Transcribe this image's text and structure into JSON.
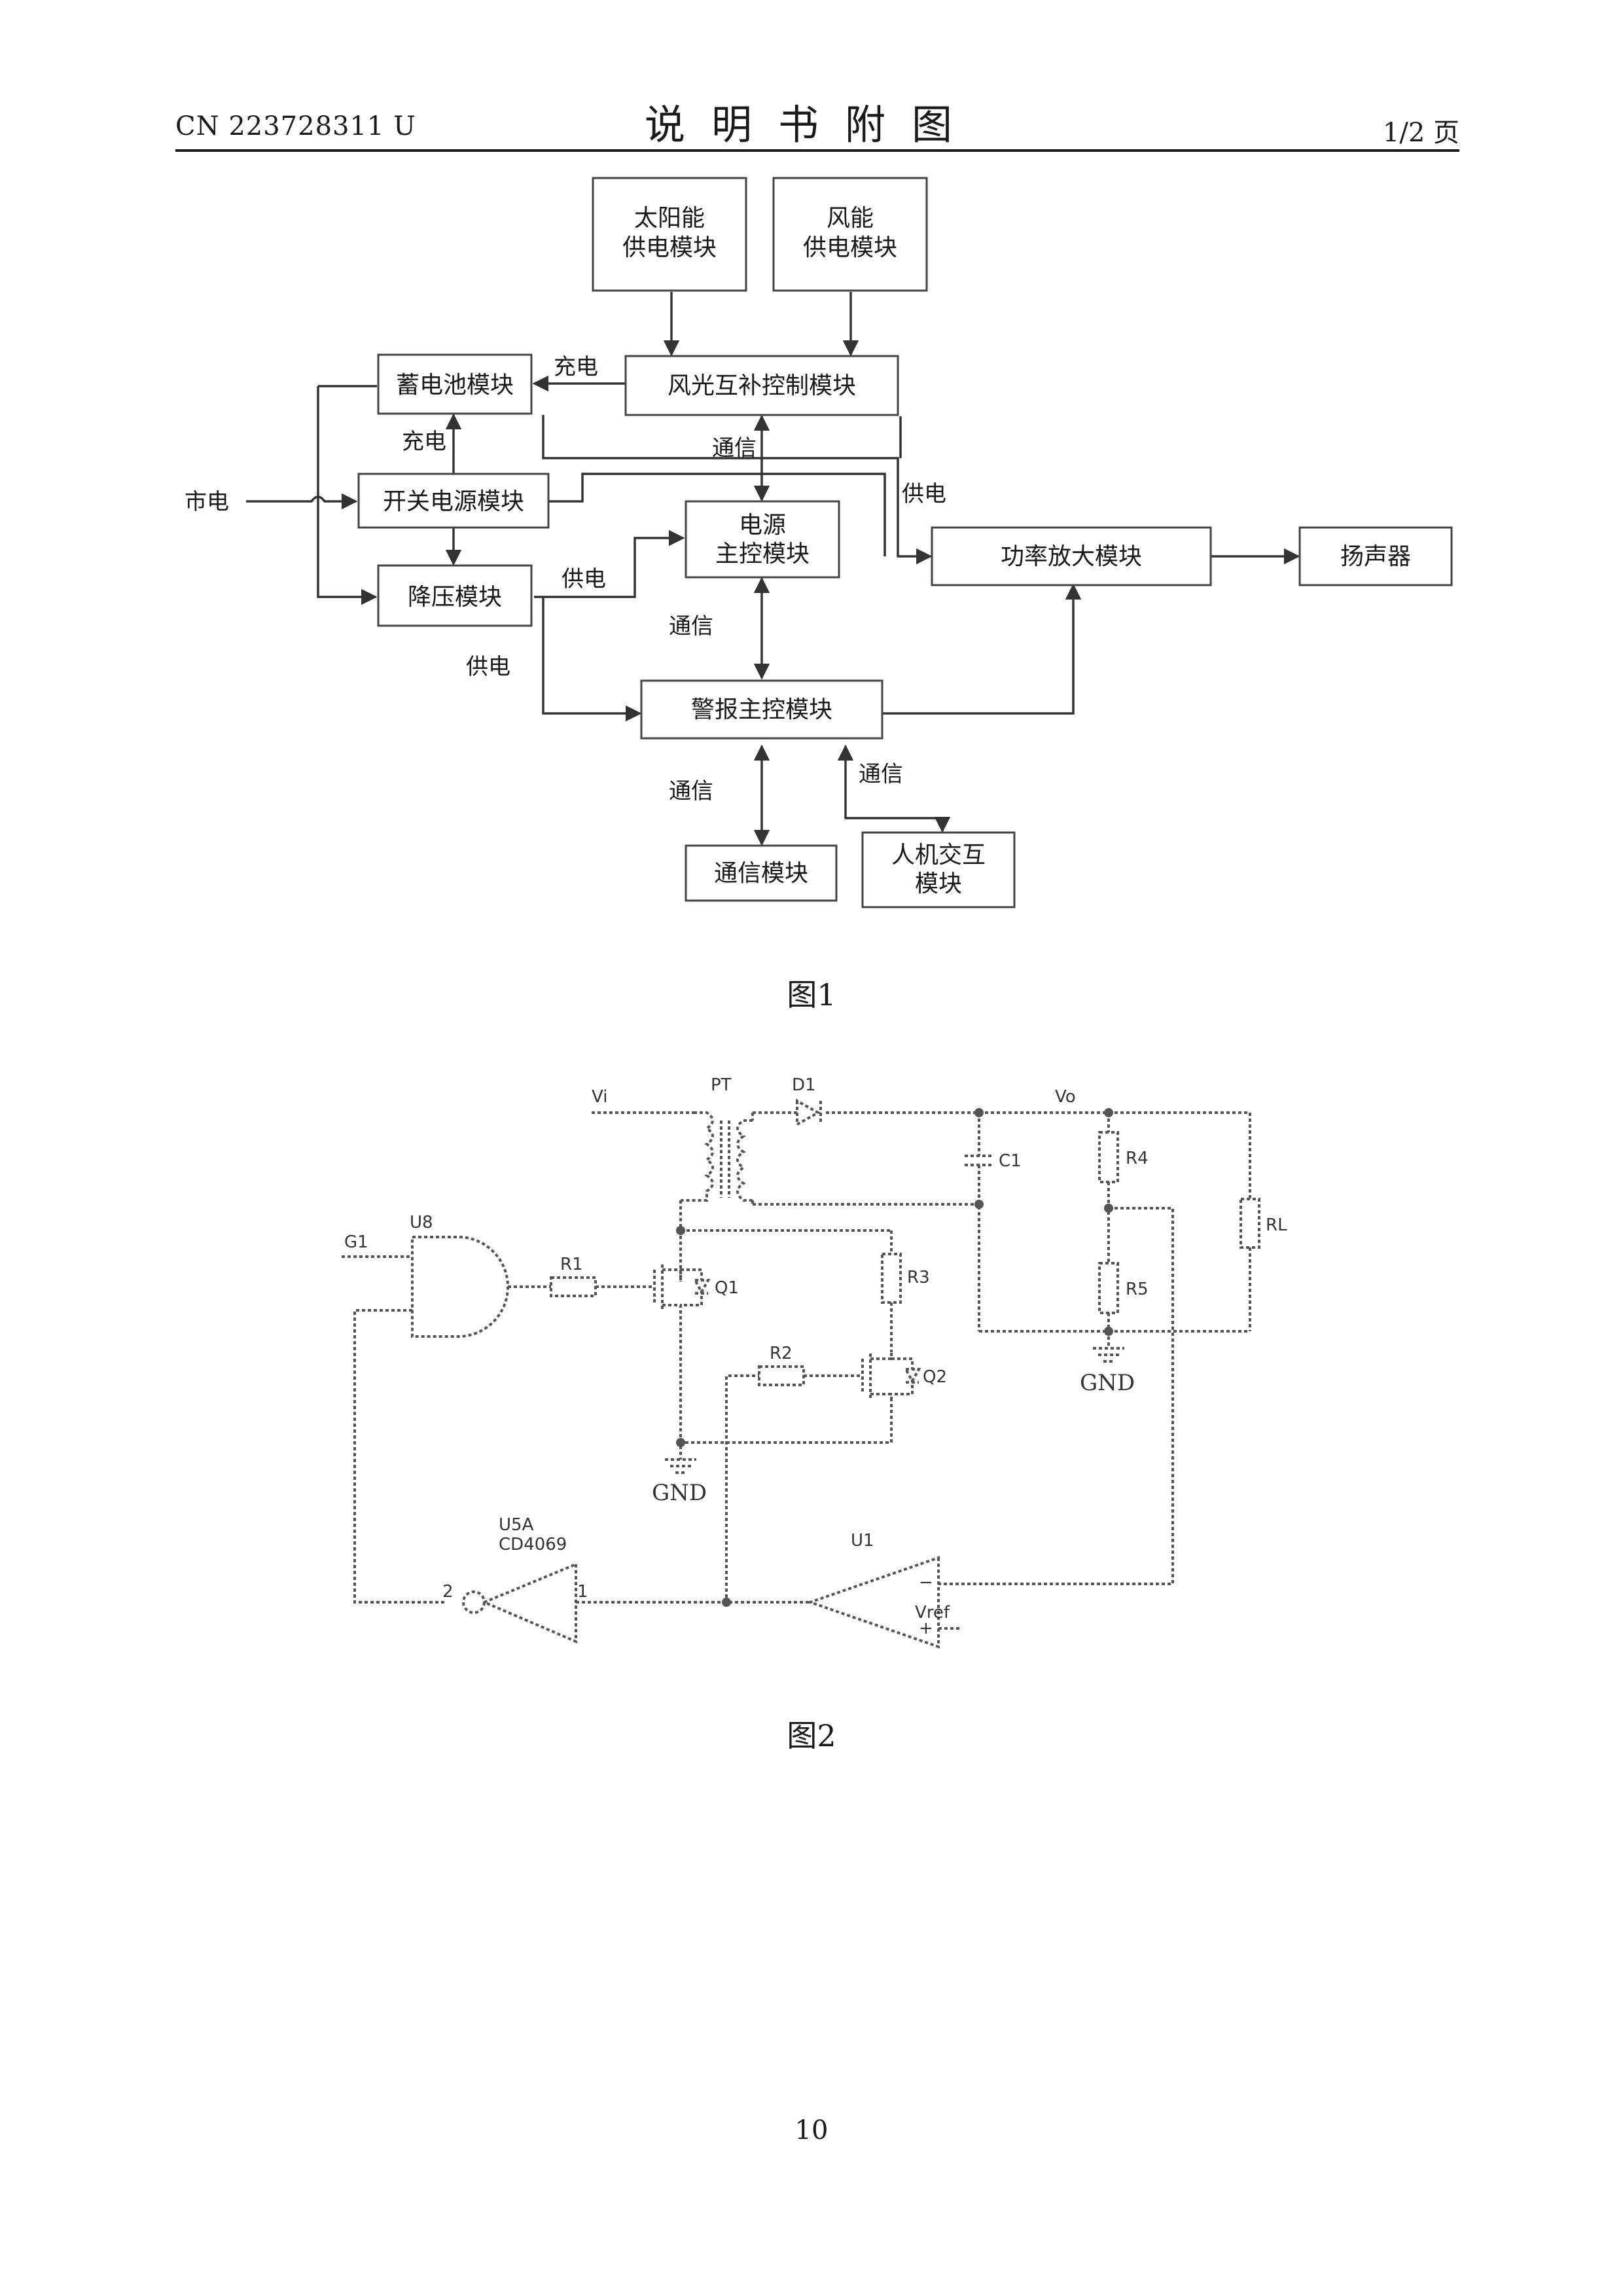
{
  "header": {
    "doc_id": "CN 223728311 U",
    "title": "说明书附图",
    "page_of": "1/2 页"
  },
  "figure1": {
    "caption": "图1",
    "blocks": {
      "solar": [
        "太阳能",
        "供电模块"
      ],
      "wind": [
        "风能",
        "供电模块"
      ],
      "hybrid_ctrl": "风光互补控制模块",
      "battery": "蓄电池模块",
      "switching_psu": "开关电源模块",
      "step_down": "降压模块",
      "power_master": [
        "电源",
        "主控模块"
      ],
      "power_amp": "功率放大模块",
      "speaker": "扬声器",
      "alarm_master": "警报主控模块",
      "comm_module": "通信模块",
      "hmi": [
        "人机交互",
        "模块"
      ]
    },
    "labels": {
      "mains": "市电",
      "charge_1": "充电",
      "charge_2": "充电",
      "comm_1": "通信",
      "supply_1": "供电",
      "supply_2": "供电",
      "supply_3": "供电",
      "comm_2": "通信",
      "comm_3": "通信",
      "comm_4": "通信"
    }
  },
  "figure2": {
    "caption": "图2",
    "labels": {
      "vi": "Vi",
      "pt": "PT",
      "d1": "D1",
      "vo": "Vo",
      "c1": "C1",
      "r4": "R4",
      "rl": "RL",
      "r5": "R5",
      "gnd_right": "GND",
      "g1": "G1",
      "u8": "U8",
      "r1": "R1",
      "q1": "Q1",
      "r3": "R3",
      "r2": "R2",
      "q2": "Q2",
      "gnd_left": "GND",
      "u5a": "U5A",
      "cd4069": "CD4069",
      "pin2": "2",
      "pin1": "1",
      "u1": "U1",
      "minus": "−",
      "plus": "+",
      "vref": "Vref"
    }
  },
  "footer": {
    "page_number": "10"
  }
}
